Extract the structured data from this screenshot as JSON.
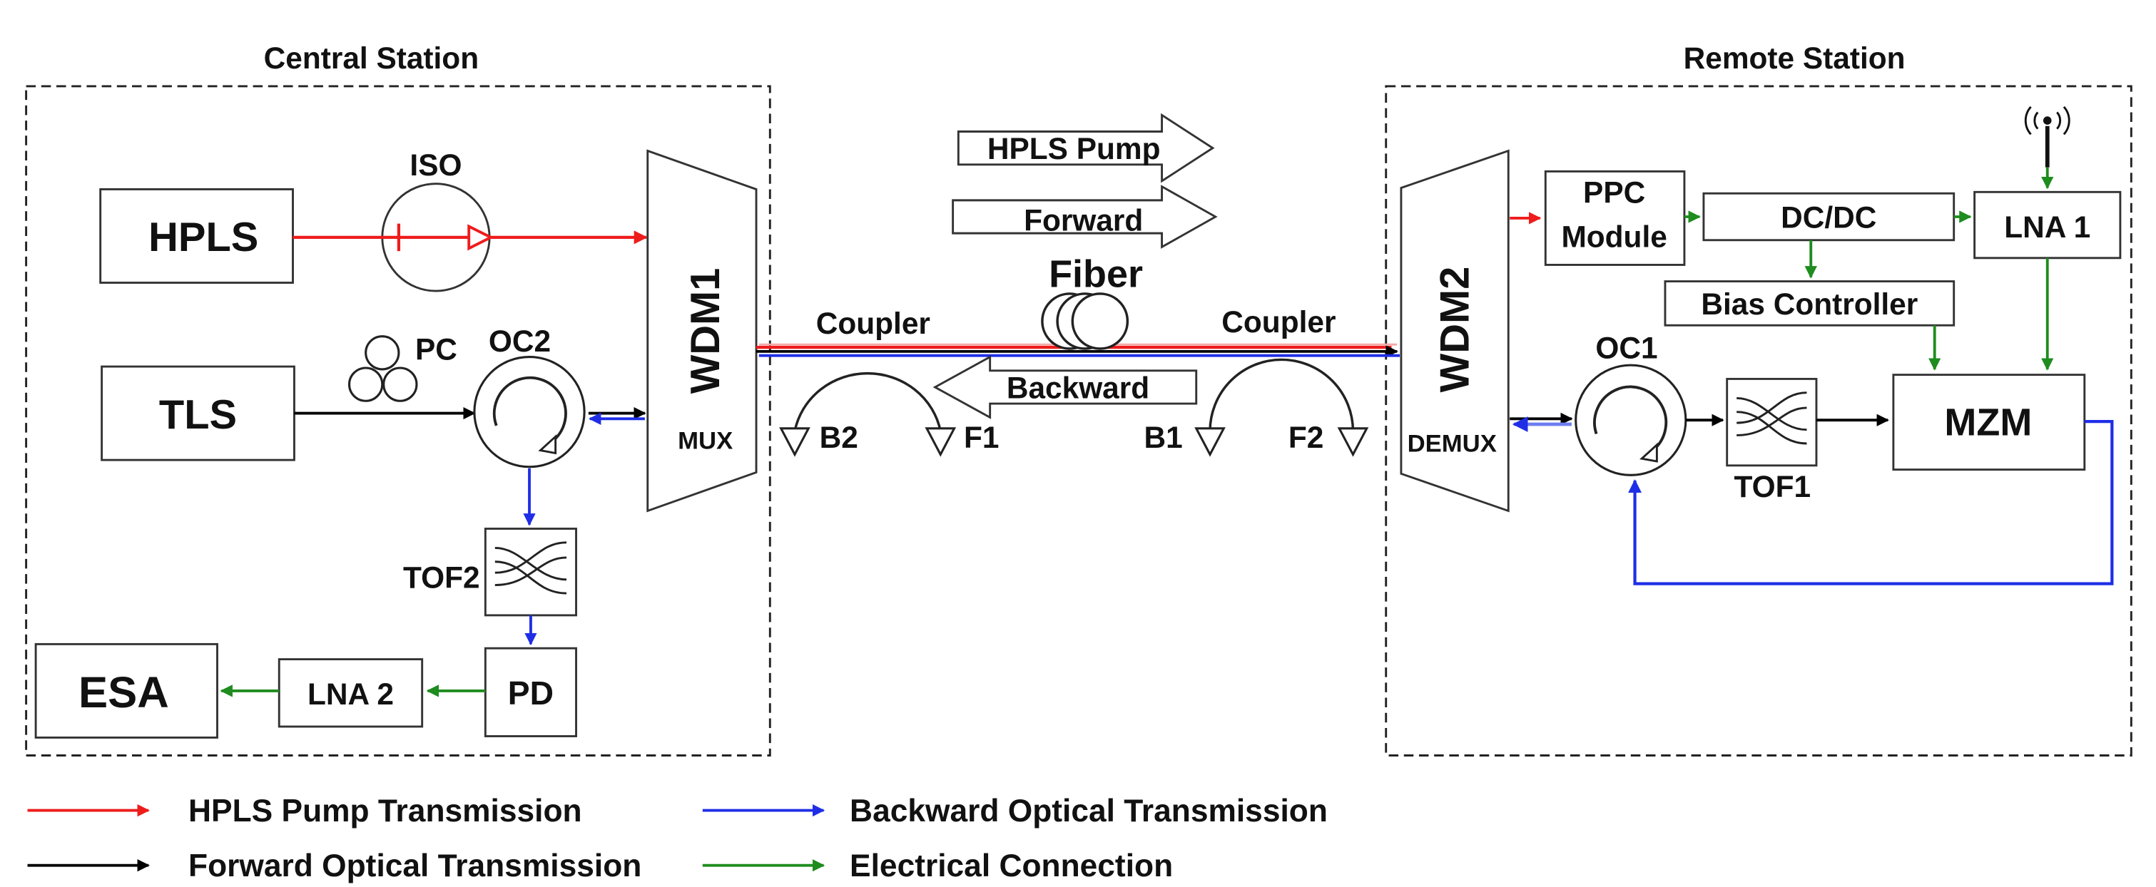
{
  "stations": {
    "central": "Central Station",
    "remote": "Remote Station"
  },
  "components": {
    "hpls": "HPLS",
    "iso": "ISO",
    "tls": "TLS",
    "pc": "PC",
    "oc2": "OC2",
    "wdm1": "WDM1",
    "mux": "MUX",
    "tof2": "TOF2",
    "pd": "PD",
    "lna2": "LNA 2",
    "esa": "ESA",
    "fiber": "Fiber",
    "coupler_left": "Coupler",
    "coupler_right": "Coupler",
    "b2": "B2",
    "f1": "F1",
    "b1": "B1",
    "f2": "F2",
    "wdm2": "WDM2",
    "demux": "DEMUX",
    "ppc_line1": "PPC",
    "ppc_line2": "Module",
    "dcdc": "DC/DC",
    "lna1": "LNA 1",
    "bias_controller": "Bias Controller",
    "oc1": "OC1",
    "tof1": "TOF1",
    "mzm": "MZM"
  },
  "direction_arrows": {
    "pump": "HPLS Pump",
    "forward": "Forward",
    "backward": "Backward"
  },
  "legend": [
    {
      "label": "HPLS Pump Transmission",
      "color": "#ee1c1c"
    },
    {
      "label": "Backward Optical Transmission",
      "color": "#1f2ee6"
    },
    {
      "label": "Forward Optical Transmission",
      "color": "#000000"
    },
    {
      "label": "Electrical Connection",
      "color": "#1e8c1e"
    }
  ],
  "colors": {
    "pump": "#ee1c1c",
    "backward": "#1f2ee6",
    "forward": "#000000",
    "electrical": "#1e8c1e"
  }
}
